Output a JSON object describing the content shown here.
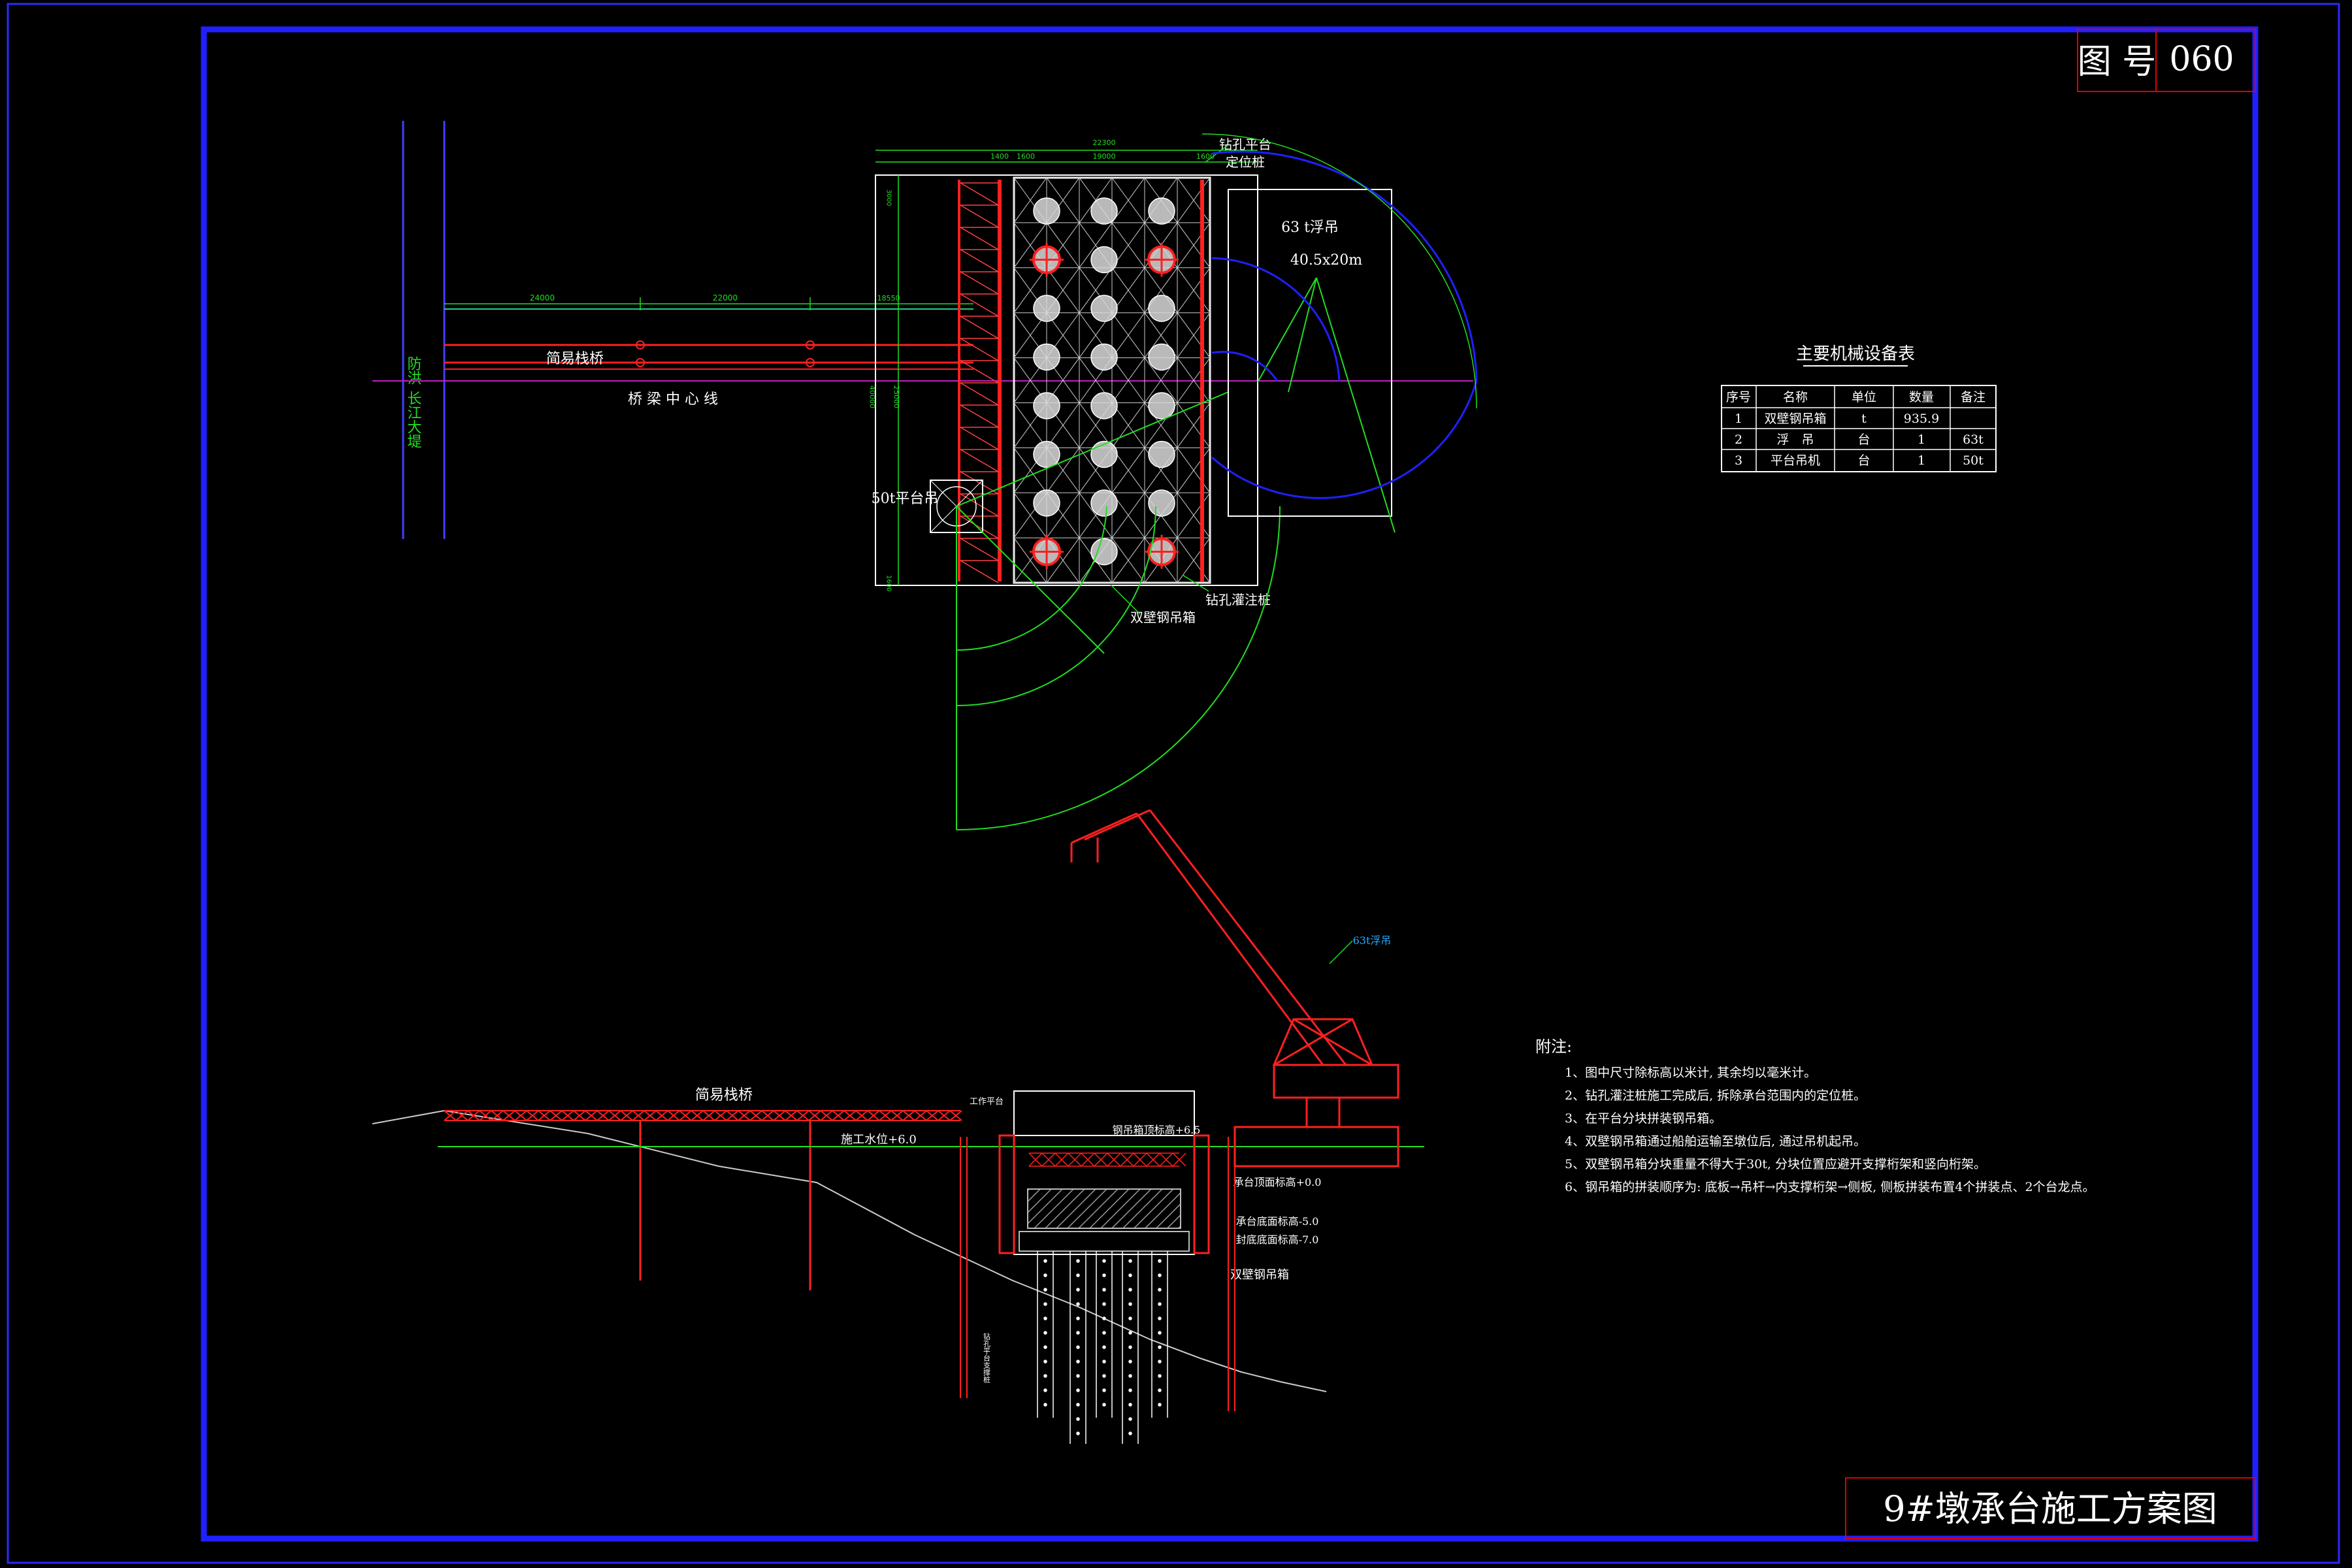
{
  "title_block": {
    "label": "图 号",
    "number": "060"
  },
  "drawing_title": "9#墩承台施工方案图",
  "plan": {
    "trestle_label": "简易栈桥",
    "centerline_label": "桥 梁 中 心 线",
    "bank_label_1": "长江大堤",
    "bank_label_2": "防洪",
    "platform_crane_label": "50t平台吊",
    "floating_crane_label": "63 t浮吊",
    "floating_crane_size": "40.5x20m",
    "drill_platform_label": "钻孔平台",
    "positioning_pile_label": "定位桩",
    "bored_pile_label": "钻孔灌注桩",
    "cofferdam_label": "双壁钢吊箱",
    "dims": {
      "d1": "24000",
      "d2": "22000",
      "d3": "22300",
      "d4": "19000",
      "d5": "1600",
      "d6": "1400",
      "d7": "1600",
      "d8": "18550",
      "d9": "3000",
      "d10": "1600",
      "d11": "40000",
      "d12": "25000"
    }
  },
  "equipment_table": {
    "title": "主要机械设备表",
    "headers": [
      "序号",
      "名称",
      "单位",
      "数量",
      "备注"
    ],
    "rows": [
      [
        "1",
        "双壁钢吊箱",
        "t",
        "935.9",
        ""
      ],
      [
        "2",
        "浮　吊",
        "台",
        "1",
        "63t"
      ],
      [
        "3",
        "平台吊机",
        "台",
        "1",
        "50t"
      ]
    ]
  },
  "notes": {
    "heading": "附注:",
    "items": [
      "1、图中尺寸除标高以米计, 其余均以毫米计。",
      "2、钻孔灌注桩施工完成后, 拆除承台范围内的定位桩。",
      "3、在平台分块拼装钢吊箱。",
      "4、双壁钢吊箱通过船舶运输至墩位后, 通过吊机起吊。",
      "5、双壁钢吊箱分块重量不得大于30t, 分块位置应避开支撑桁架和竖向桁架。",
      "6、钢吊箱的拼装顺序为: 底板→吊杆→内支撑桁架→侧板, 侧板拼装布置4个拼装点、2个台龙点。"
    ]
  },
  "elevation": {
    "trestle_label": "简易栈桥",
    "work_platform_label": "工作平台",
    "water_level_label": "施工水位+6.0",
    "box_top_label": "钢吊箱顶标高+6.5",
    "cap_top_label": "承台顶面标高+0.0",
    "cap_bottom_label": "承台底面标高-5.0",
    "seal_bottom_label": "封底底面标高-7.0",
    "cofferdam_label": "双壁钢吊箱",
    "crane_label": "63t浮吊",
    "support_label": "钻孔平台支撑桩"
  }
}
